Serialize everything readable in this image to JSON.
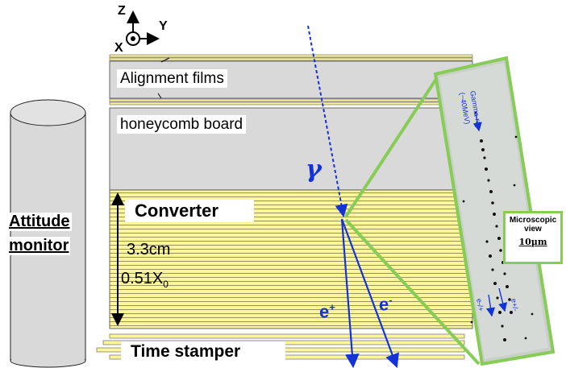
{
  "axes": {
    "z": "Z",
    "y": "Y",
    "x": "X"
  },
  "labels": {
    "alignment_films": "Alignment films",
    "honeycomb_board": "honeycomb board",
    "converter": "Converter",
    "thickness_cm": "3.3cm",
    "thickness_x0_main": "0.51X",
    "thickness_x0_sub": "0",
    "time_stamper": "Time stamper",
    "attitude_line1": "Attitude",
    "attitude_line2": "monitor",
    "gamma_symbol": "γ",
    "e_plus": "e",
    "e_plus_sup": "+",
    "e_minus": "e",
    "e_minus_sup": "-"
  },
  "micro": {
    "gamma_label": "Gamma-ray",
    "energy_label": "(~40MeV)",
    "e_left": "e-/+",
    "e_right": "e+/-"
  },
  "callout": {
    "line1": "Microscopic",
    "line2": "view",
    "scale": "10µm"
  },
  "colors": {
    "film_yellow": "#fbf59c",
    "board_gray": "#d9d9d9",
    "micro_border": "#86cc57",
    "track_blue": "#1433d6"
  }
}
